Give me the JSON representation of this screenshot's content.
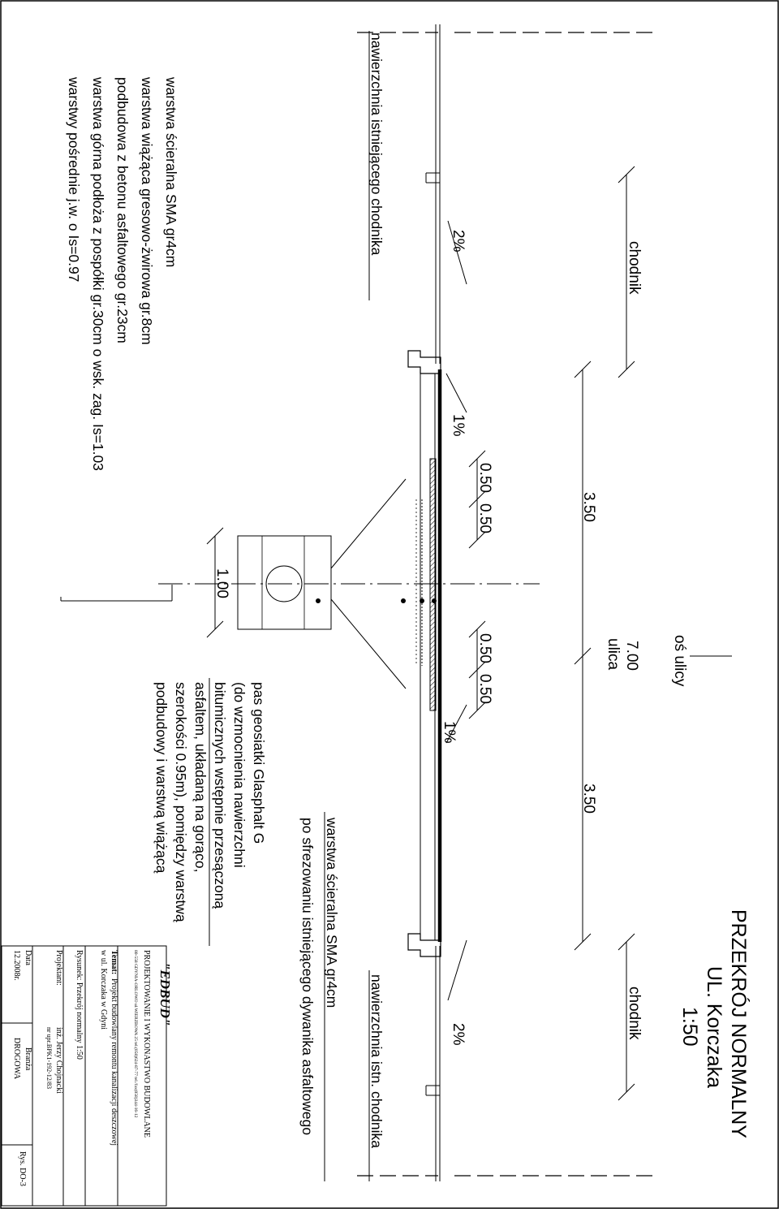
{
  "title": {
    "line1": "PRZEKRÓJ NORMALNY",
    "line2": "UL. Korczaka",
    "line3": "1:50"
  },
  "zones": {
    "chodnik_left": "chodnik",
    "chodnik_right": "chodnik",
    "os_ulicy": "oś ulicy",
    "ulica": "ulica"
  },
  "dimensions": {
    "lane_left": "3.50",
    "lane_right": "3.50",
    "street_total": "7.00",
    "d1": "0.50",
    "d2": "0.50",
    "d3": "0.50",
    "d4": "0.50",
    "well": "1.00"
  },
  "slopes": {
    "sidewalk_left": "2%",
    "sidewalk_right": "2%",
    "road_left": "1%",
    "road_right": "1%"
  },
  "labels": {
    "left_existing": "nawierzchnia istniejącego chodnika",
    "right_existing": "nawierzchnia istn. chodnika",
    "right_wearing": "warstwa ścieralna SMA gr4cm",
    "right_wearing_sub": "po sfrezowaniu istniejącego dywanika asfaltowego"
  },
  "layers": [
    "warstwa ścieralna SMA gr4cm",
    "warstwa wiążąca gresowo-żwirowa gr.8cm",
    "podbudowa z betonu asfaltowego gr.23cm",
    "warstwa górna podłoża z pospółki gr.30cm o wsk. zag. Is=1.03",
    "warstwy pośrednie j.w. o Is=0.97"
  ],
  "geogrid": [
    "pas geosiatki Glasphalt G",
    "(do wzmocnienia nawierzchni",
    "bitumicznych wstępnie przesączoną",
    "asfaltem, układaną na gorąco,",
    "szerokości 0.95m), pomiędzy warstwą",
    "podbudowy i warstwą wiążącą"
  ],
  "titleblock": {
    "company": "\"EDBUD\"",
    "company_sub": "PROJEKTOWANIE I WYKONASTWO BUDOWLANE",
    "address": "80-558 GDYNIA-ORLOWO ul.WIERZBOWA 25   tel.(058)624-87-77 tel./fax(058)344-16-12",
    "temat_label": "Temat:",
    "temat_line1": "Projekt budowlany remontu kanalizacji deszczowej",
    "temat_line2": "w ul. Korczaka w Gdyni",
    "rysunek": "Rysunek: Przekrój normalny 1:50",
    "projektant_label": "Projektant:",
    "projektant_name": "inż. Jerzy Chojnacki",
    "projektant_nr": "nr upr.BPK1-192-12/83",
    "data_label": "Data",
    "data_value": "12.2008r.",
    "branza_label": "Branża",
    "branza_value": "DROGOWA",
    "rys": "Rys. DO-3"
  },
  "colors": {
    "ink": "#000000",
    "paper": "#ffffff"
  }
}
